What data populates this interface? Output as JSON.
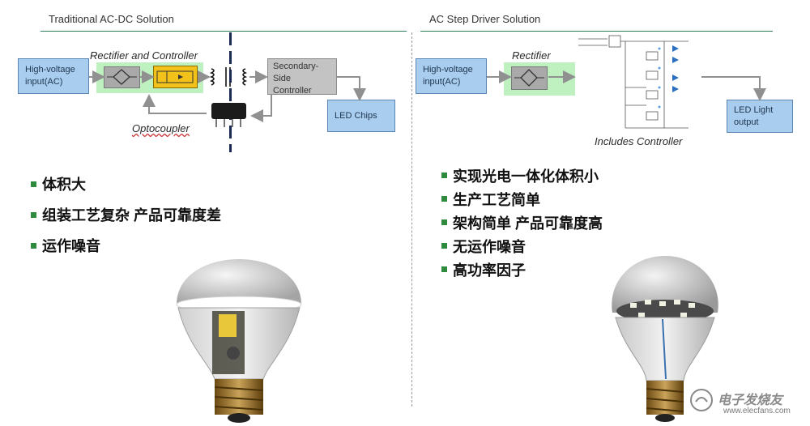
{
  "left_panel": {
    "title": "Traditional AC-DC Solution",
    "input_box": "High-voltage input(AC)",
    "zone_label": "Rectifier and Controller",
    "secondary_box": "Secondary-Side Controller",
    "output_box": "LED Chips",
    "optocoupler_label": "Optocoupler",
    "bullets": [
      "体积大",
      "组装工艺复杂 产品可靠度差",
      "运作噪音"
    ]
  },
  "right_panel": {
    "title": "AC Step Driver Solution",
    "input_box": "High-voltage input(AC)",
    "zone_label": "Rectifier",
    "controller_label": "Includes Controller",
    "output_box": "LED Light output",
    "bullets": [
      "实现光电一体化体积小",
      "生产工艺简单",
      "架构简单 产品可靠度高",
      "无运作噪音",
      "高功率因子"
    ]
  },
  "watermark": {
    "logo_text": "电子发烧友",
    "url": "www.elecfans.com"
  },
  "colors": {
    "accent_rule": "#2e7d5b",
    "bullet_square": "#2e8b3e",
    "input_box_fill": "#a9cdee",
    "zone_fill": "#bff0c0",
    "controller_box_fill": "#c3c3c3"
  }
}
